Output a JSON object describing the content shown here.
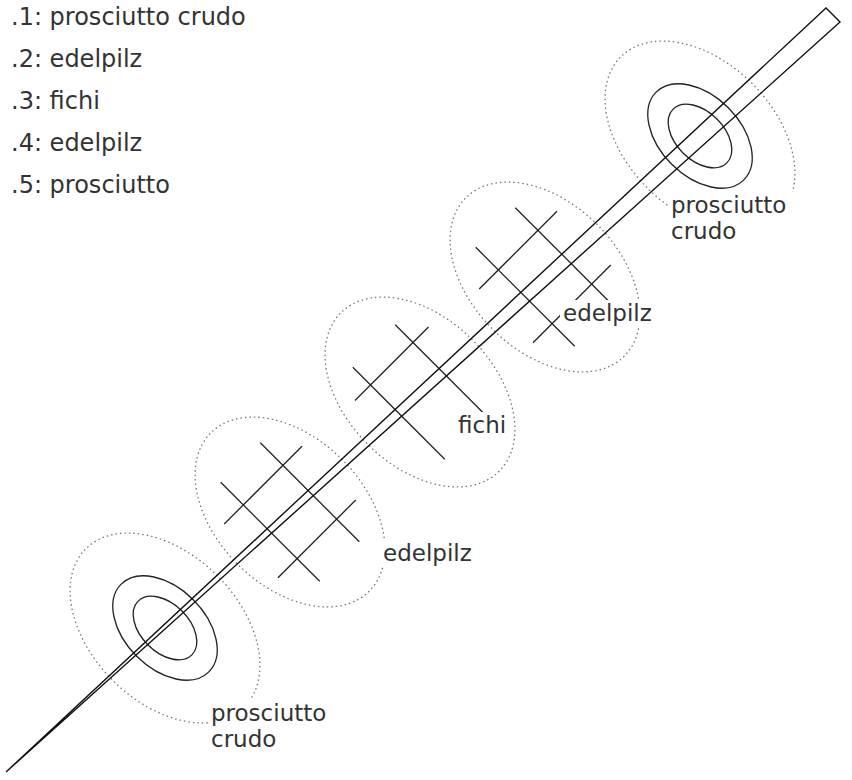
{
  "diagram": {
    "labels": [
      ".1: prosciutto crudo",
      ".2: edelpilz",
      ".3: fichi",
      ".4: edelpilz",
      ".5: prosciutto",
      "prosciutto crudo",
      "edelpilz",
      "fichi",
      "edelpilz",
      "prosciutto crudo"
    ]
  }
}
